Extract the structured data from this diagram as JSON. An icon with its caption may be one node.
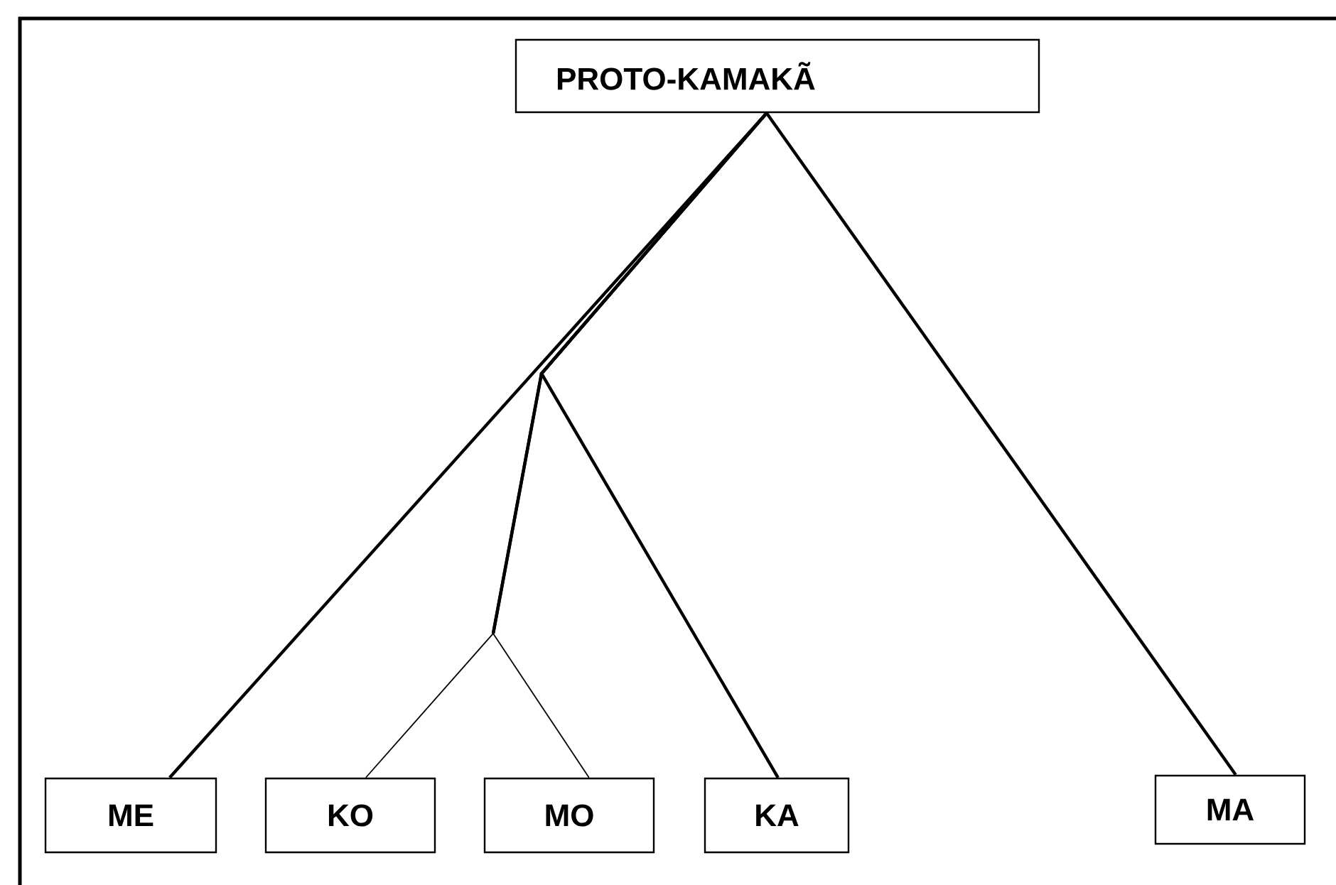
{
  "diagram": {
    "nodes": [
      {
        "text": [
          "PROTO-KAMAKÃ"
        ]
      },
      {
        "text": [
          "ME"
        ]
      },
      {
        "text": [
          "KO"
        ]
      },
      {
        "text": [
          "MO"
        ]
      },
      {
        "text": [
          "KA"
        ]
      },
      {
        "text": [
          "MA"
        ]
      }
    ],
    "edges": [
      {
        "from": 0,
        "to": 1,
        "arrow": "none"
      },
      {
        "from": 0,
        "to": 2,
        "arrow": "none"
      },
      {
        "from": 0,
        "to": 3,
        "arrow": "none"
      },
      {
        "from": 0,
        "to": 4,
        "arrow": "none"
      },
      {
        "from": 0,
        "to": 5,
        "arrow": "none"
      }
    ]
  }
}
